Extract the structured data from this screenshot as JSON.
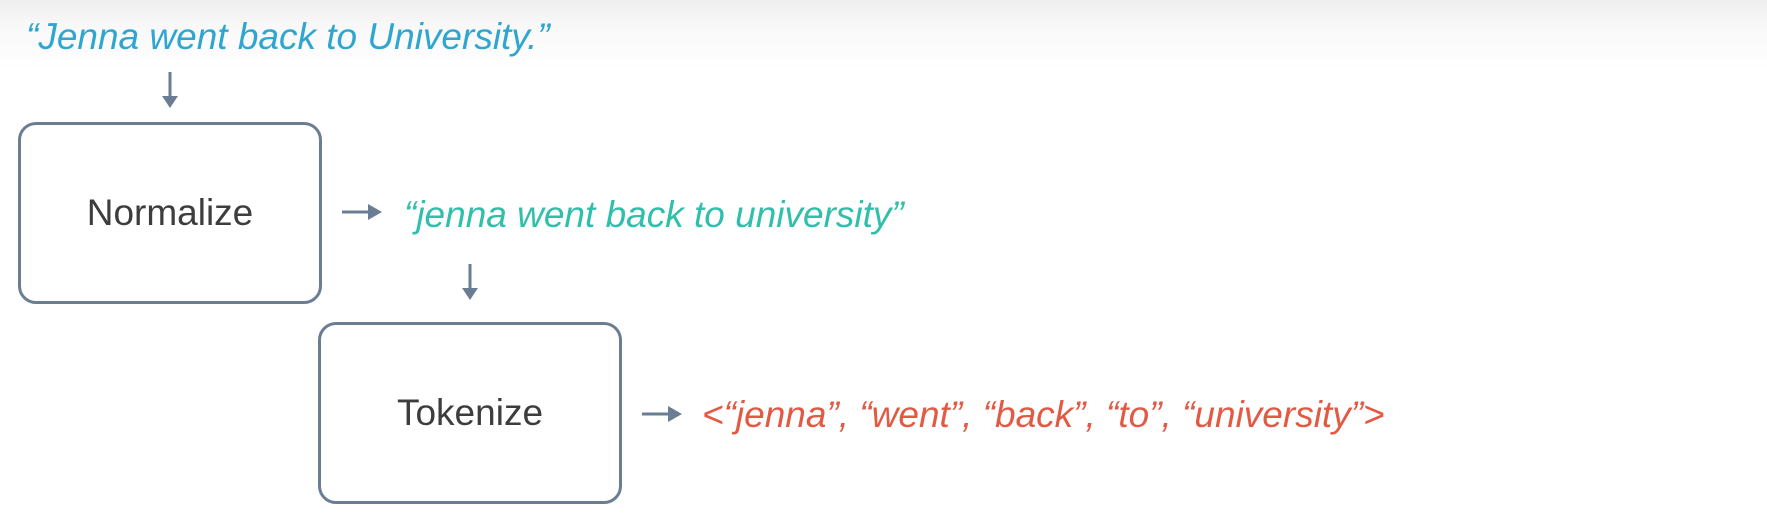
{
  "input_sentence": "“Jenna went back to University.”",
  "steps": [
    {
      "label": "Normalize",
      "output": "“jenna went back to university”"
    },
    {
      "label": "Tokenize",
      "output": "<“jenna”, “went”, “back”, “to”, “university”>"
    }
  ],
  "colors": {
    "input": "#2fa6d0",
    "normalized": "#2fbfaa",
    "tokens": "#e25a44",
    "box_border": "#6b7d92",
    "arrow": "#6b7d92",
    "box_text": "#3d3d3d"
  }
}
